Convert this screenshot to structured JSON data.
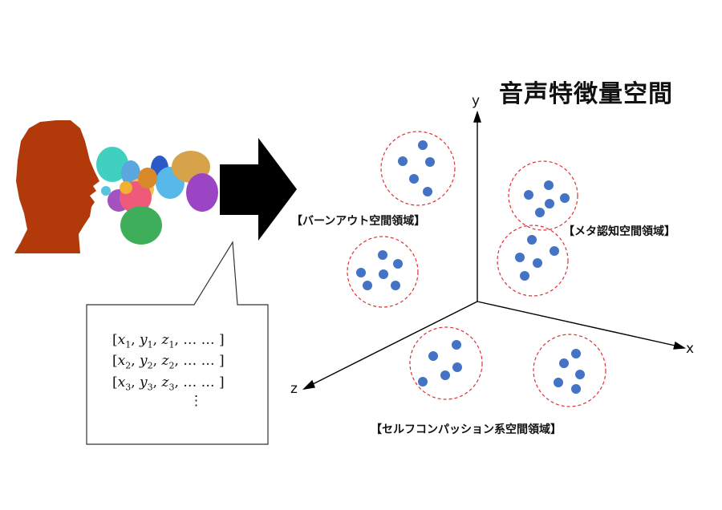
{
  "title": "音声特徴量空間",
  "axes": {
    "y": "y",
    "x": "x",
    "z": "z"
  },
  "regions": {
    "burnout": "【バーンアウト空間領域】",
    "meta": "【メタ認知空間領域】",
    "self_compassion": "【セルフコンパッション系空間領域】"
  },
  "feature_vectors": [
    {
      "x": "x",
      "y": "y",
      "z": "z",
      "index": "1",
      "tail": ", … … ]"
    },
    {
      "x": "x",
      "y": "y",
      "z": "z",
      "index": "2",
      "tail": ", … … ]"
    },
    {
      "x": "x",
      "y": "y",
      "z": "z",
      "index": "3",
      "tail": ", … … ]"
    }
  ],
  "continuation": "⋮",
  "colors": {
    "head": "#b23a0a",
    "arrow": "#000000",
    "dot": "#4472c4",
    "cluster_border": "#e03030"
  }
}
